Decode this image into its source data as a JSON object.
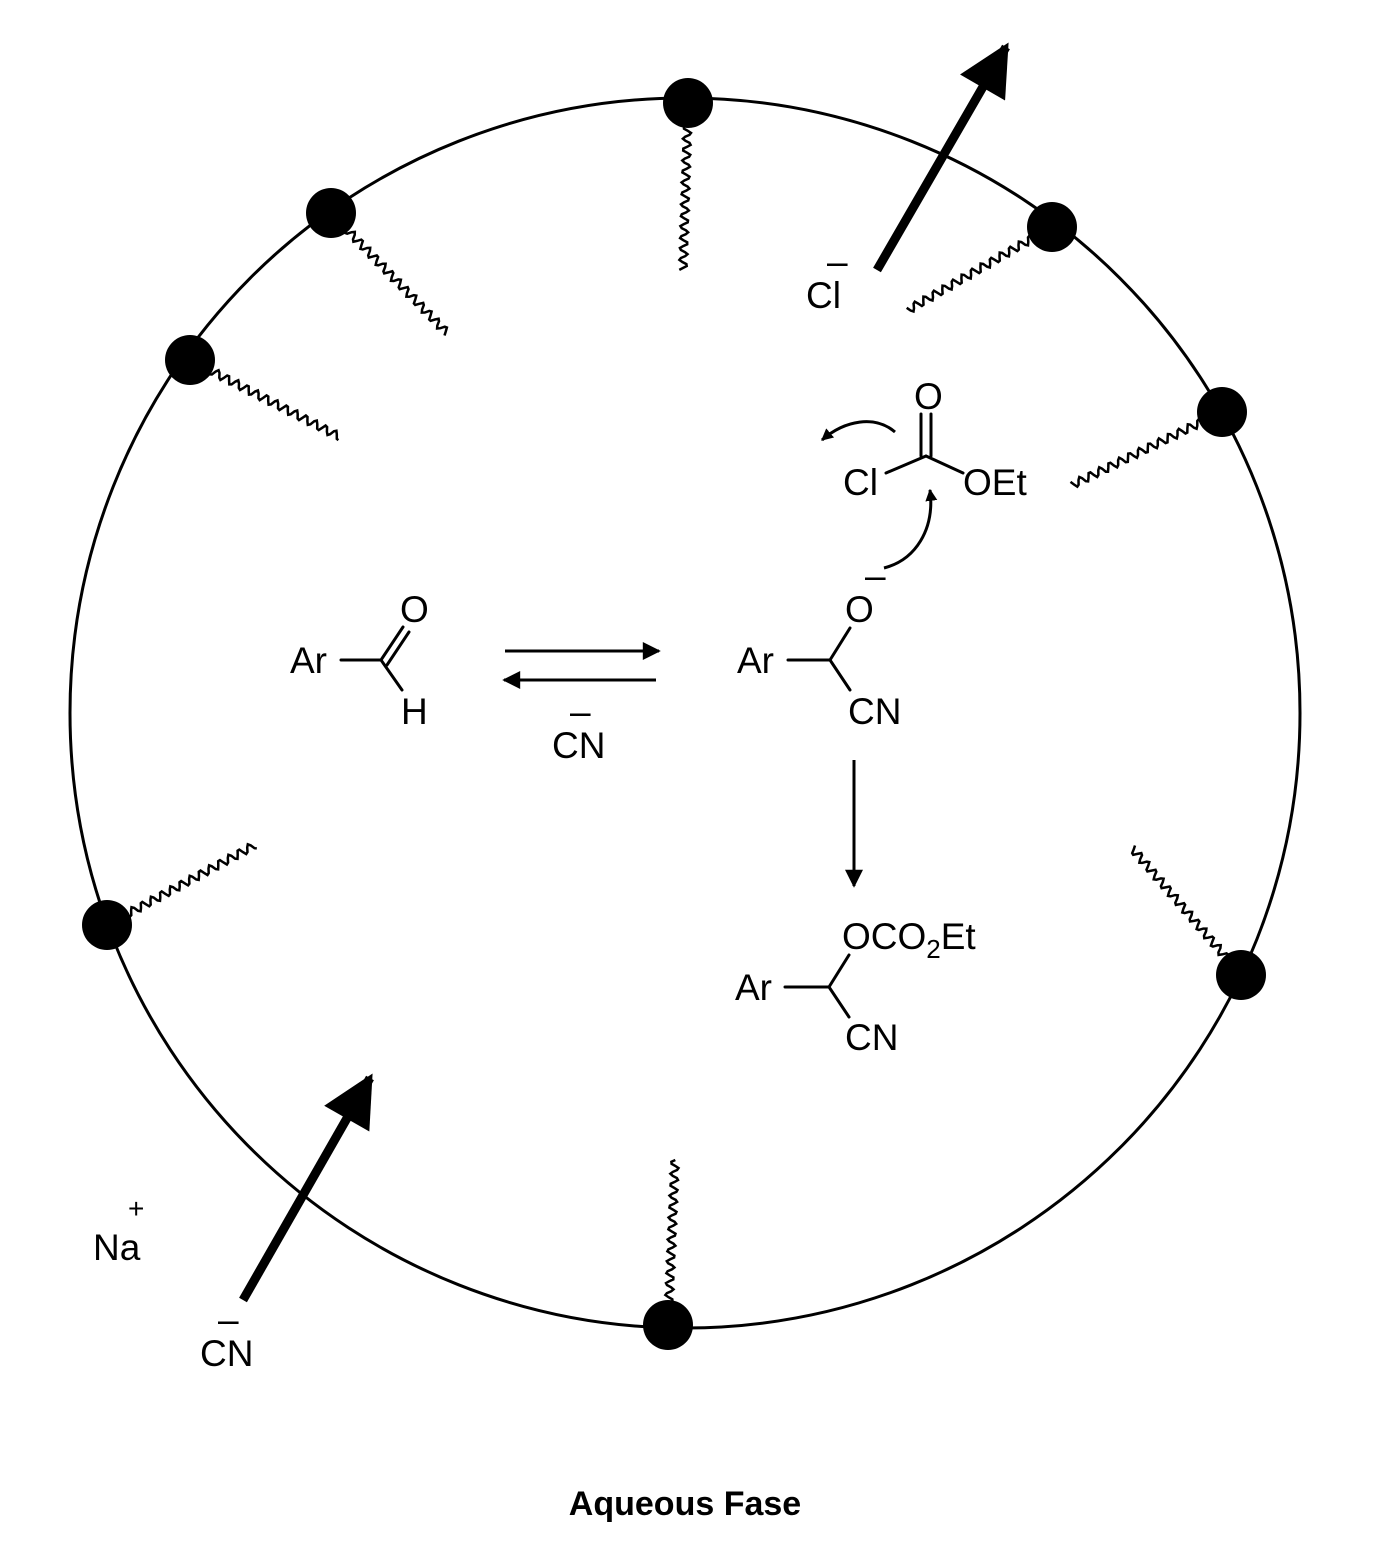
{
  "caption": "Aqueous Fase",
  "ions": {
    "chloride": "Cl",
    "sodium": "Na",
    "sodium_charge": "+",
    "cyanide_outer": "CN",
    "cyanide_catalyst": "CN",
    "minus": "–"
  },
  "aldehyde": {
    "ar": "Ar",
    "o": "O",
    "h": "H"
  },
  "cyanohydrin_anion": {
    "ar": "Ar",
    "o": "O",
    "cn": "CN"
  },
  "chloroformate": {
    "o": "O",
    "cl": "Cl",
    "oet": "OEt"
  },
  "product": {
    "ar": "Ar",
    "oco": "OCO",
    "sub2": "2",
    "et": "Et",
    "cn": "CN"
  }
}
